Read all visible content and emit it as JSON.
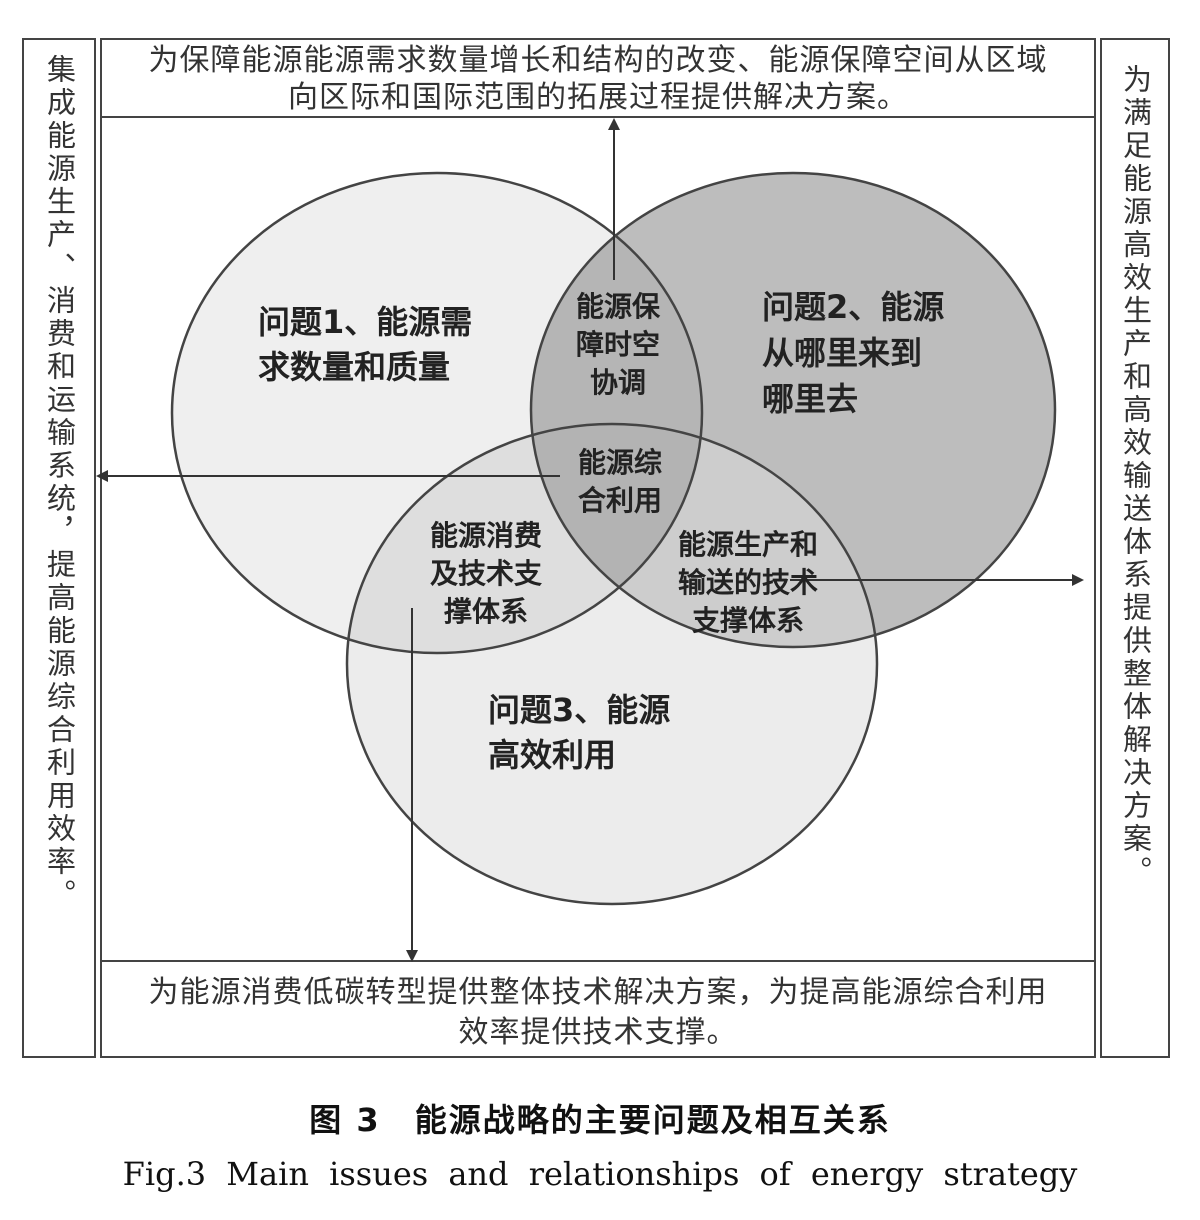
{
  "top_box": {
    "line1": "为保障能源能源需求数量增长和结构的改变、能源保障空间从区域",
    "line2": "向区际和国际范围的拓展过程提供解决方案。"
  },
  "bottom_box": {
    "line1": "为能源消费低碳转型提供整体技术解决方案，为提高能源综合利用",
    "line2": "效率提供技术支撑。"
  },
  "left_box": {
    "text": "集成能源生产、消费和运输系统，提高能源综合利用效率。"
  },
  "right_box": {
    "text": "为满足能源高效生产和高效输送体系提供整体解决方案。"
  },
  "circles": {
    "c1": {
      "line1": "问题1、能源需",
      "line2": "求数量和质量"
    },
    "c2": {
      "line1": "问题2、能源",
      "line2": "从哪里来到",
      "line3": "哪里去"
    },
    "c3": {
      "line1": "问题3、能源",
      "line2": "高效利用"
    }
  },
  "overlaps": {
    "o12": {
      "line1": "能源保",
      "line2": "障时空",
      "line3": "协调"
    },
    "o123": {
      "line1": "能源综",
      "line2": "合利用"
    },
    "o13": {
      "line1": "能源消费",
      "line2": "及技术支",
      "line3": "撑体系"
    },
    "o23": {
      "line1": "能源生产和",
      "line2": "输送的技术",
      "line3": "支撑体系"
    }
  },
  "caption": {
    "zh": "图 3　能源战略的主要问题及相互关系",
    "en": "Fig.3 Main issues and relationships of energy strategy"
  },
  "colors": {
    "c1_fill": "#efefef",
    "c2_fill": "#bdbdbd",
    "c3_fill": "#ececec",
    "stroke": "#444444"
  }
}
